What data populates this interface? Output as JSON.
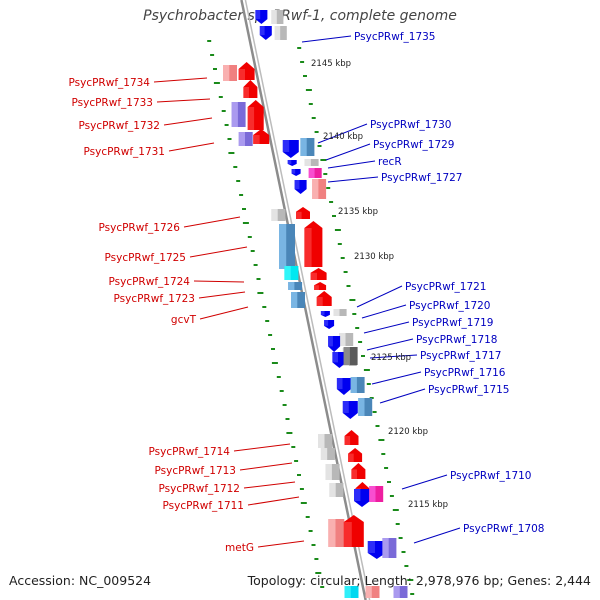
{
  "title": "Psychrobacter sp. PRwf-1, complete genome",
  "footer": {
    "accession": "Accession: NC_009524",
    "summary": "Topology: circular; Length: 2,978,976 bp; Genes: 2,444"
  },
  "colors": {
    "backbone": "#8c8c8c",
    "tick": "#1a8a1a",
    "reverse_label": "#d00000",
    "forward_label": "#0000c0",
    "red": "#f00000",
    "blue": "#0000f0",
    "steel": "#4a86b8",
    "gray": "#b8b8b8",
    "magenta": "#ee1ea0",
    "violet": "#7a6ad8",
    "pink": "#f08080"
  },
  "ruler": [
    "2145 kbp",
    "2140 kbp",
    "2135 kbp",
    "2130 kbp",
    "2125 kbp",
    "2120 kbp",
    "2115 kbp"
  ],
  "genes_left": [
    "PsycPRwf_1734",
    "PsycPRwf_1733",
    "PsycPRwf_1732",
    "PsycPRwf_1731",
    "PsycPRwf_1726",
    "PsycPRwf_1725",
    "PsycPRwf_1724",
    "PsycPRwf_1723",
    "gcvT",
    "PsycPRwf_1714",
    "PsycPRwf_1713",
    "PsycPRwf_1712",
    "PsycPRwf_1711",
    "metG"
  ],
  "genes_right": [
    "PsycPRwf_1735",
    "PsycPRwf_1730",
    "PsycPRwf_1729",
    "recR",
    "PsycPRwf_1727",
    "PsycPRwf_1721",
    "PsycPRwf_1720",
    "PsycPRwf_1719",
    "PsycPRwf_1718",
    "PsycPRwf_1717",
    "PsycPRwf_1716",
    "PsycPRwf_1715",
    "PsycPRwf_1710",
    "PsycPRwf_1708"
  ]
}
